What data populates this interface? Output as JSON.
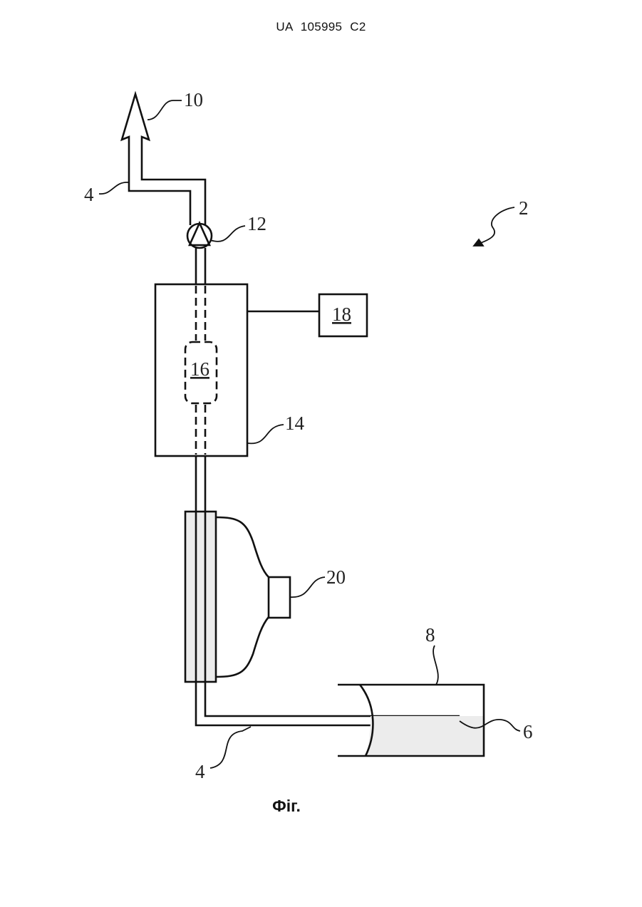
{
  "header": {
    "patent_number": "UA   105995   C2"
  },
  "labels": {
    "system": "2",
    "conduit_upper": "4",
    "conduit_lower": "4",
    "needle_tip": "6",
    "vessel": "8",
    "outlet": "10",
    "pump": "12",
    "unit_housing": "14",
    "inner_element": "16",
    "controller": "18",
    "sensor": "20"
  },
  "caption": "Фіг."
}
